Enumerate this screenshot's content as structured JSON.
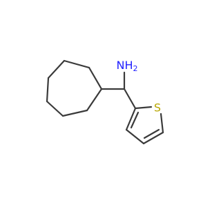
{
  "molecule": {
    "atoms": [
      {
        "id": "N",
        "label": "NH",
        "subscript": "2",
        "color": "#1f1fff"
      },
      {
        "id": "S",
        "label": "S",
        "color": "#b8a600"
      }
    ]
  },
  "colors": {
    "bond": "#3a3a3a",
    "nitrogen": "#1f1fff",
    "sulfur": "#b8a600",
    "background": "#ffffff"
  }
}
